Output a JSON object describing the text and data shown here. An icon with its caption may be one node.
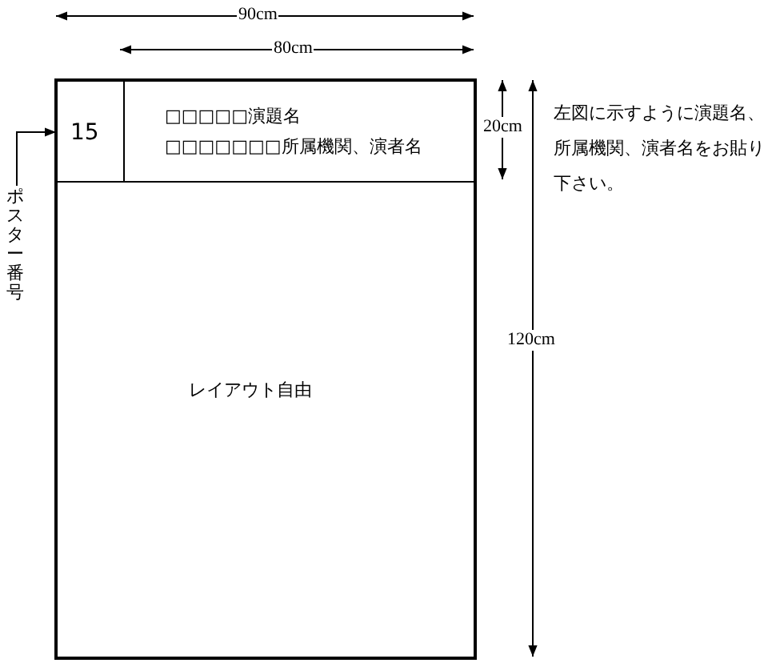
{
  "diagram": {
    "nodes": [
      {
        "text": [
          "レイアウト自由"
        ]
      },
      {
        "text": [
          "15"
        ],
        "in": 0
      },
      {
        "text": [
          "□□□□□演題名",
          "□□□□□□□所属機関、演者名"
        ],
        "in": 0
      },
      {
        "text": [
          "ポスター番号"
        ]
      }
    ],
    "edges": [
      {
        "from": 3,
        "to": 1,
        "arrow": "to"
      }
    ],
    "labels": [
      "90cm",
      "80cm",
      "20cm",
      "左図に示すように演題名、所属機関、演者名をお貼り下さい。",
      "120cm"
    ]
  }
}
